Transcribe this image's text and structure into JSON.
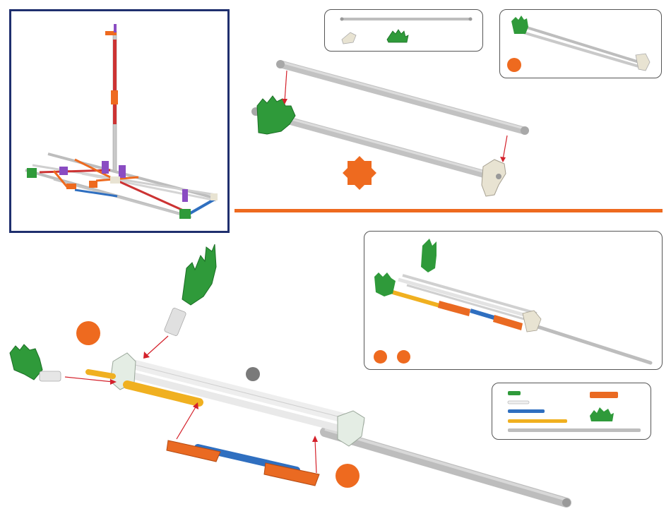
{
  "page": {
    "title": "",
    "step_labels": []
  },
  "colors": {
    "orange": "#ee6a1f",
    "navy": "#1f2f6e",
    "gray_dot": "#7a7a7a",
    "rod_gray": "#b9b9b9",
    "connector_green": "#2f9a3a",
    "rod_white": "#f2f2f2",
    "rod_blue": "#2f6fc0",
    "rod_yellow": "#f0b020",
    "connector_orange": "#ea6a22",
    "connector_white": "#e8e3d2"
  },
  "preview_panel": {
    "name": "completed-model-preview"
  },
  "step_a": {
    "parts_list": [
      "gray-rod",
      "white-connector",
      "green-connector"
    ],
    "number_markers": [
      "orange-dot"
    ]
  },
  "step_b": {
    "parts_list": [
      "green-connector-small",
      "white-rod",
      "blue-rod",
      "yellow-rod",
      "gray-rod",
      "orange-connector",
      "green-connector"
    ],
    "number_markers": [
      "orange-dot",
      "orange-dot",
      "orange-dot",
      "gray-dot"
    ]
  }
}
